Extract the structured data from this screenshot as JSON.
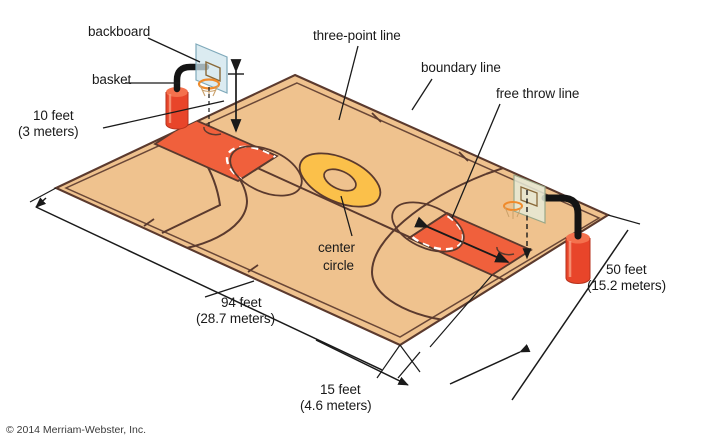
{
  "figure": {
    "title": "basketball court diagram",
    "credit": "© 2014 Merriam-Webster, Inc."
  },
  "labels": {
    "backboard": "backboard",
    "basket": "basket",
    "three_point_line": "three-point line",
    "boundary_line": "boundary line",
    "free_throw_line": "free throw line",
    "center_circle_1": "center",
    "center_circle_2": "circle"
  },
  "dimensions": {
    "hoop_height": {
      "feet": "10 feet",
      "meters": "(3 meters)"
    },
    "court_length": {
      "feet": "94 feet",
      "meters": "(28.7 meters)"
    },
    "court_width": {
      "feet": "50 feet",
      "meters": "(15.2 meters)"
    },
    "free_throw_distance": {
      "feet": "15 feet",
      "meters": "(4.6 meters)"
    }
  },
  "colors": {
    "court_floor": "#EFC28E",
    "key_paint": "#F0603C",
    "center_circle": "#FBC04A",
    "line": "#5B3A2E",
    "backboard_glass": "#CFE4EC",
    "pole": "#141414",
    "base_red": "#E8452A",
    "rim_orange": "#F08A2A",
    "white_line": "#FFFFFF",
    "label_text": "#1a1a1a"
  },
  "parts": {
    "backboard": "backboard-panel",
    "rim": "basket-rim",
    "pole": "support-pole",
    "base": "support-base",
    "floor": "court-floor",
    "left_key": "left-key-paint",
    "right_key": "right-key-paint",
    "center_circle": "center-circle"
  }
}
